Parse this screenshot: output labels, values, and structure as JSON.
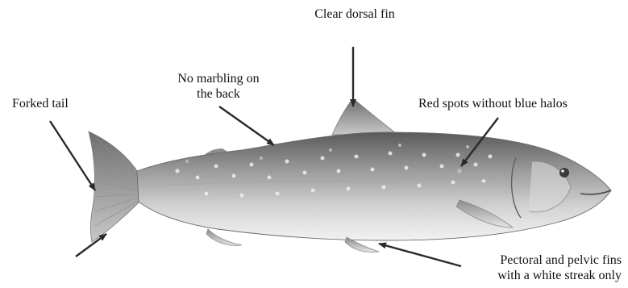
{
  "labels": {
    "dorsal": "Clear dorsal fin",
    "marbling_1": "No marbling on",
    "marbling_2": "the back",
    "tail": "Forked tail",
    "spots": "Red spots without blue halos",
    "fins_1": "Pectoral and pelvic fins",
    "fins_2": "with a white streak only"
  }
}
